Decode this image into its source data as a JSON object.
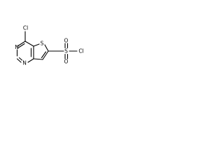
{
  "molecule": {
    "atoms": {
      "cl_top": "Cl",
      "n_upper": "N",
      "n_lower": "N",
      "s_ring": "S",
      "s_sulfonyl": "S",
      "o_top": "O",
      "o_bottom": "O",
      "cl_right": "Cl"
    }
  }
}
